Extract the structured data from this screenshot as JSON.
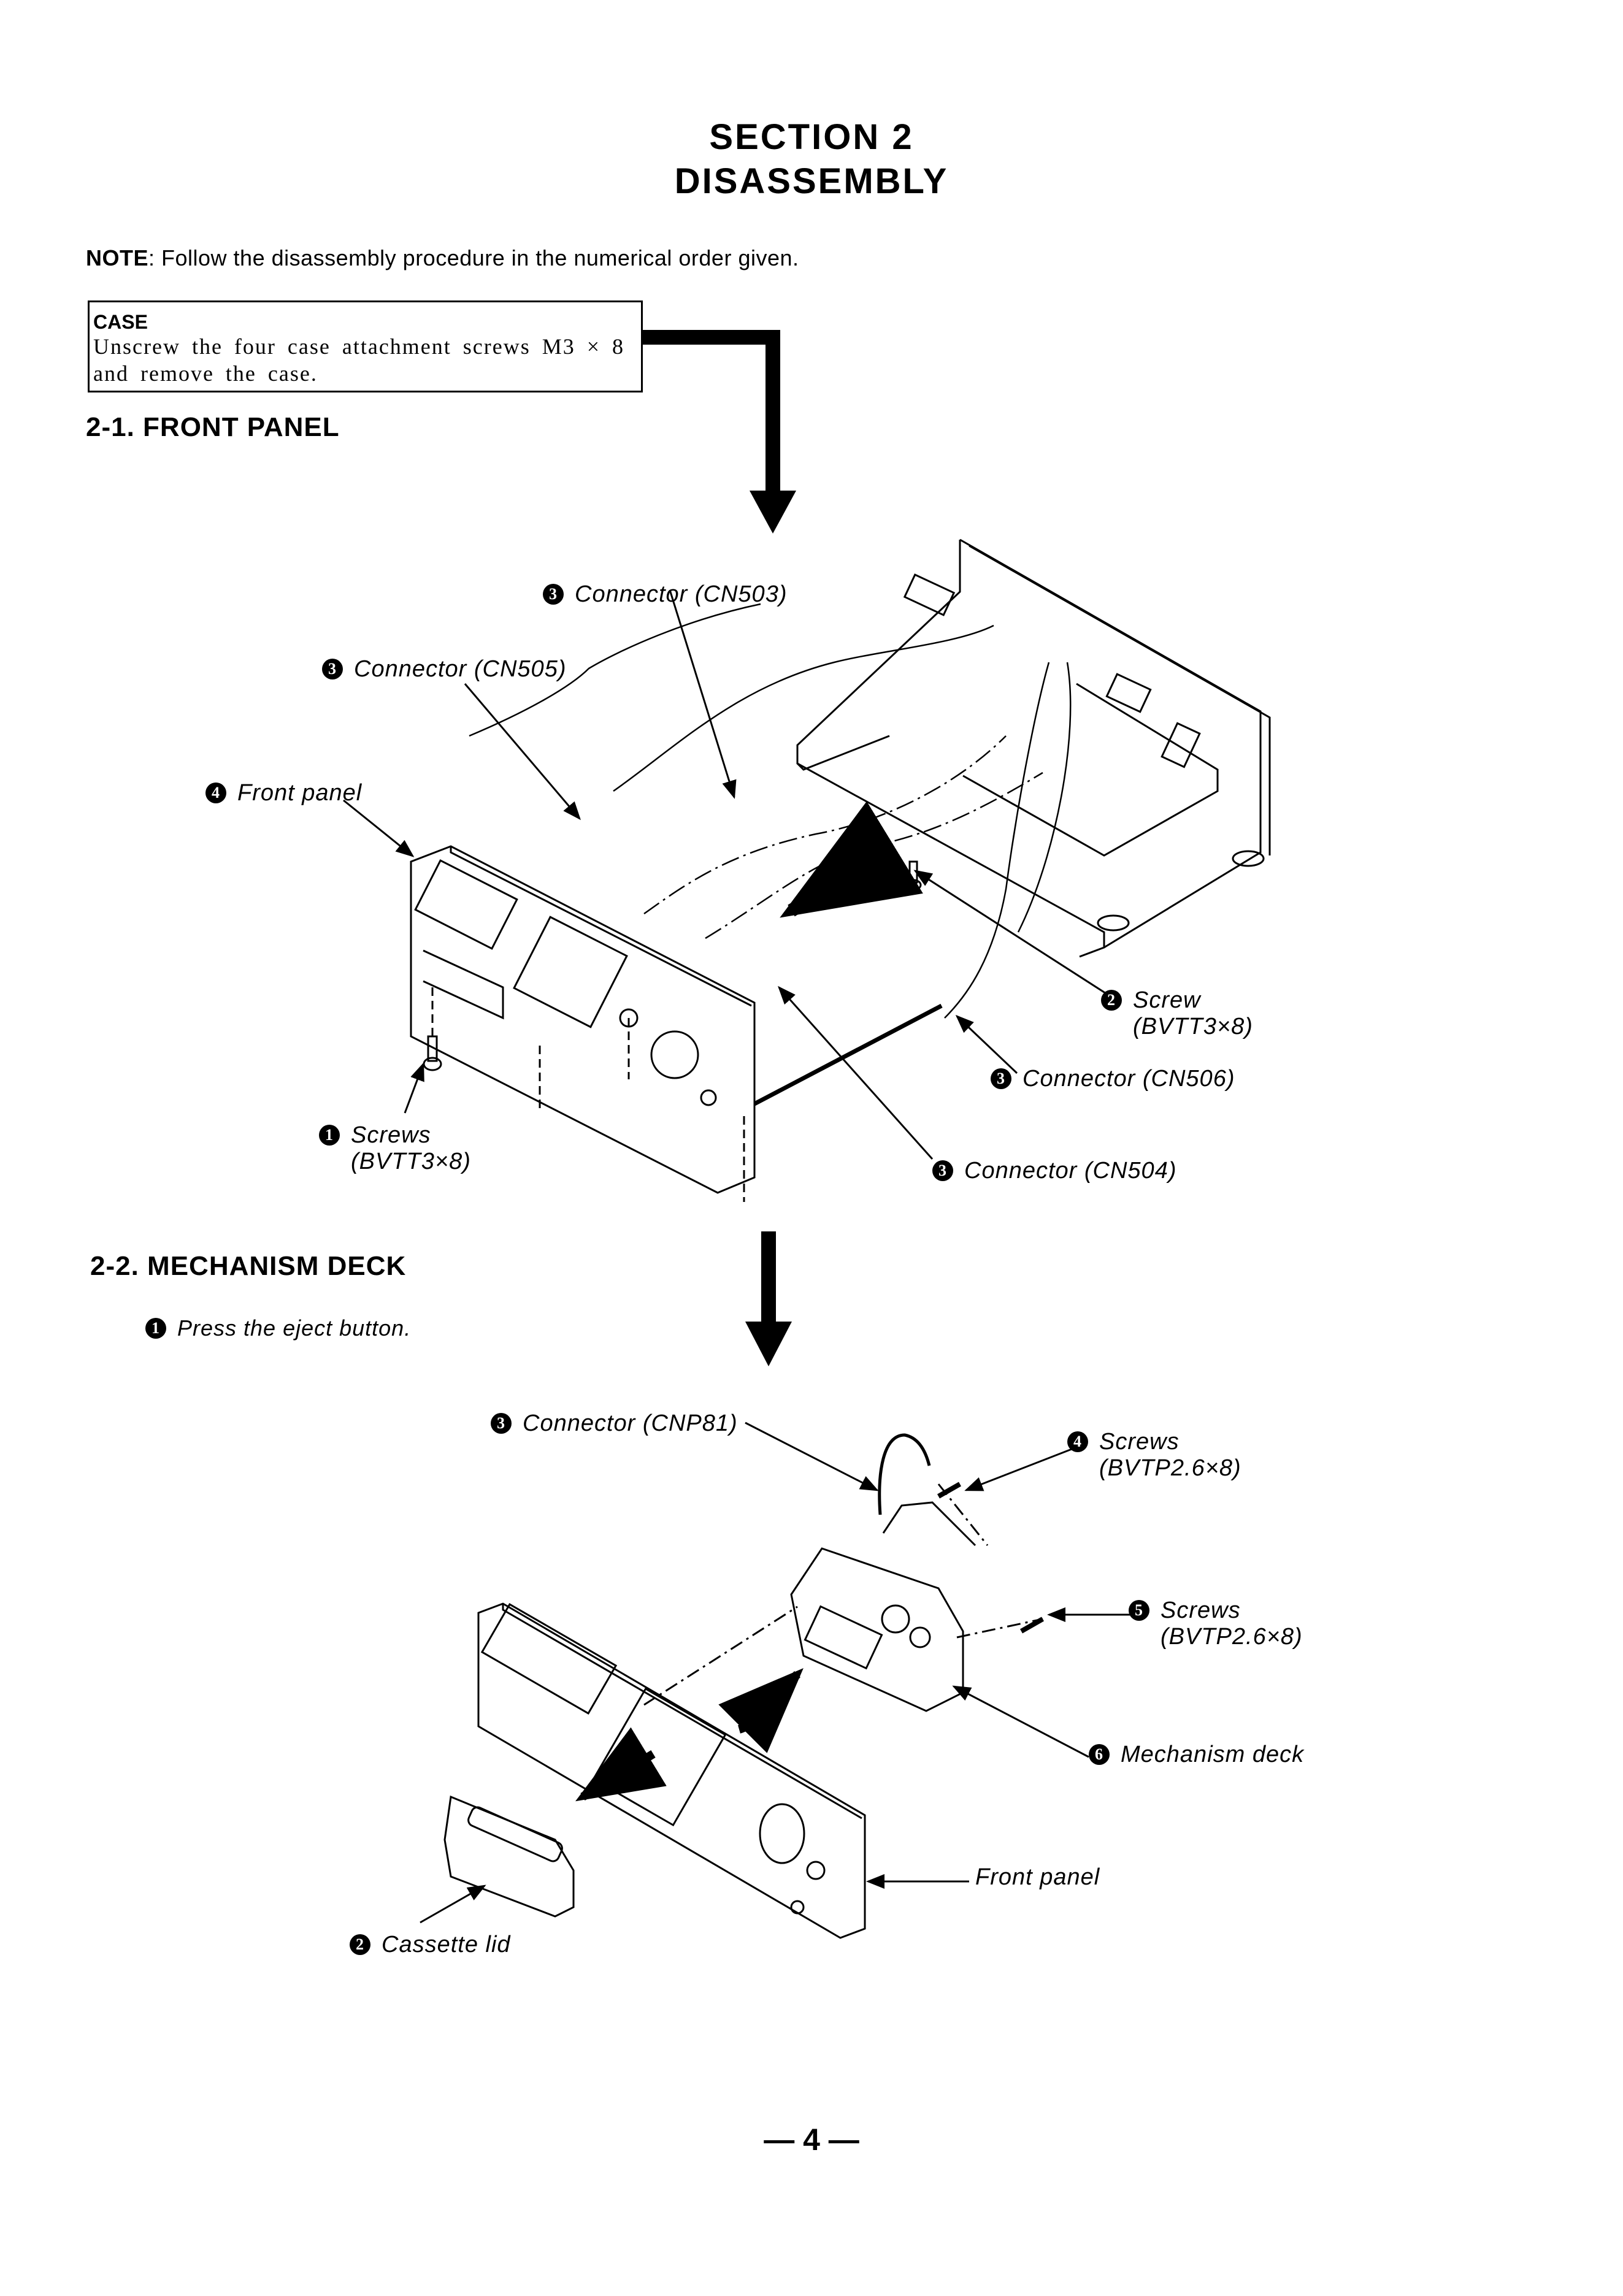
{
  "header": {
    "section": "SECTION 2",
    "title": "DISASSEMBLY"
  },
  "note": {
    "label": "NOTE",
    "text": ": Follow the disassembly procedure in the numerical order given."
  },
  "case_box": {
    "heading": "CASE",
    "line1": "Unscrew the four case attachment screws M3 × 8",
    "line2": "and remove the case."
  },
  "front_panel_section": {
    "heading": "2-1. FRONT PANEL",
    "callouts": [
      {
        "step": "3",
        "text": "Connector (CN503)"
      },
      {
        "step": "3",
        "text": "Connector (CN505)"
      },
      {
        "step": "4",
        "text": "Front panel"
      },
      {
        "step": "2",
        "text": "Screw",
        "spec": "(BVTT3×8)"
      },
      {
        "step": "3",
        "text": "Connector (CN506)"
      },
      {
        "step": "1",
        "text": "Screws",
        "spec": "(BVTT3×8)"
      },
      {
        "step": "3",
        "text": "Connector (CN504)"
      }
    ]
  },
  "mechanism_section": {
    "heading": "2-2. MECHANISM DECK",
    "instruction_step": "1",
    "instruction": "Press the eject button.",
    "callouts": [
      {
        "step": "3",
        "text": "Connector (CNP81)"
      },
      {
        "step": "4",
        "text": "Screws",
        "spec": "(BVTP2.6×8)"
      },
      {
        "step": "5",
        "text": "Screws",
        "spec": "(BVTP2.6×8)"
      },
      {
        "step": "6",
        "text": "Mechanism deck"
      },
      {
        "step": "",
        "text": "Front panel"
      },
      {
        "step": "2",
        "text": "Cassette lid"
      }
    ]
  },
  "footer": {
    "page": "— 4 —"
  }
}
